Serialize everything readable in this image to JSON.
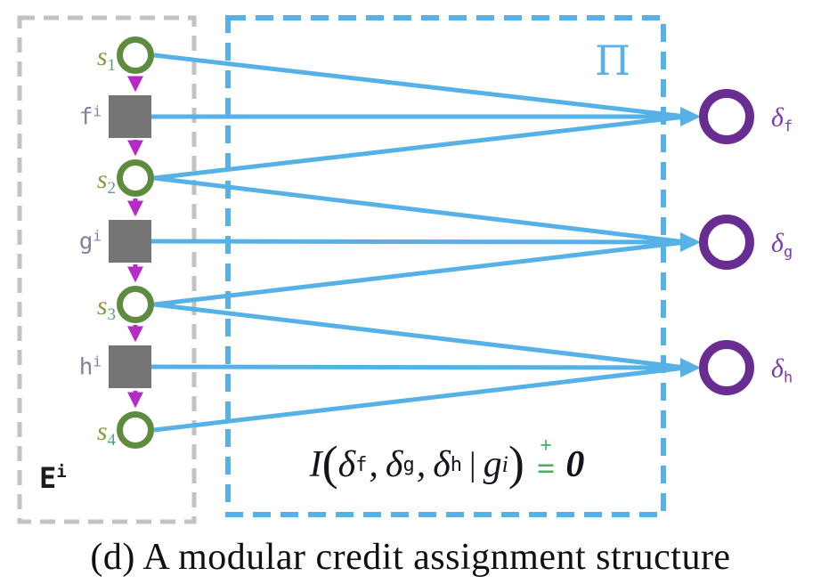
{
  "caption": "(d) A modular credit assignment structure",
  "environment": {
    "label": {
      "base": "E",
      "sup": "i"
    },
    "nodes": {
      "s1": {
        "base": "s",
        "sub": "1"
      },
      "f": {
        "base": "f",
        "sup": "i"
      },
      "s2": {
        "base": "s",
        "sub": "2"
      },
      "g": {
        "base": "g",
        "sup": "i"
      },
      "s3": {
        "base": "s",
        "sub": "3"
      },
      "h": {
        "base": "h",
        "sup": "i"
      },
      "s4": {
        "base": "s",
        "sub": "4"
      }
    },
    "chain_edges": [
      "s1→f",
      "f→s2",
      "s2→g",
      "g→s3",
      "s3→h",
      "h→s4"
    ]
  },
  "policy": {
    "label": "Π",
    "constraint": {
      "func": "I",
      "lparen": "(",
      "rparen": ")",
      "comma": ",",
      "bar": "|",
      "terms": [
        {
          "base": "δ",
          "sub": "f"
        },
        {
          "base": "δ",
          "sub": "g"
        },
        {
          "base": "δ",
          "sub": "h"
        }
      ],
      "condition": {
        "base": "g",
        "sup": "i"
      },
      "plus": "+",
      "equals": "=",
      "zero": "0"
    }
  },
  "outputs": {
    "df": {
      "base": "δ",
      "sub": "f"
    },
    "dg": {
      "base": "δ",
      "sub": "g"
    },
    "dh": {
      "base": "δ",
      "sub": "h"
    }
  },
  "credit_edges": [
    "s1→δf",
    "f→δf",
    "s2→δf",
    "s2→δg",
    "g→δg",
    "s3→δg",
    "s3→δh",
    "h→δh",
    "s4→δh"
  ],
  "colors": {
    "accent_blue": "#55b1e6",
    "state_green": "#5e8c3e",
    "transition_magenta": "#b42bc8",
    "module_gray": "#757575",
    "env_box_gray": "#c2c2c2",
    "delta_purple": "#692d92",
    "delta_label_purple": "#7e3cad",
    "s_label_olive": "#8a9a3e",
    "module_label_slate": "#82829e",
    "constraint_green": "#3fb45a"
  }
}
